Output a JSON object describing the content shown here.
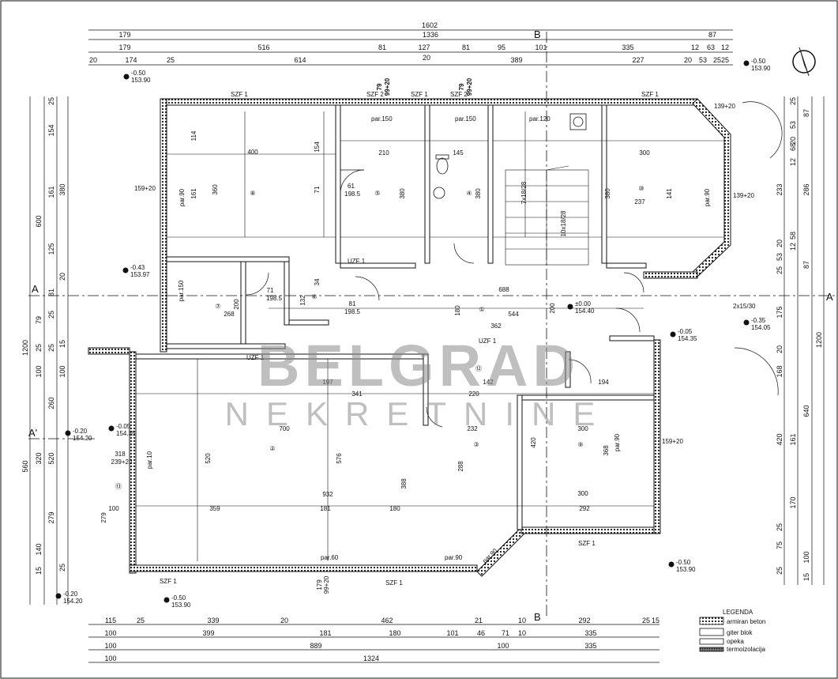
{
  "top_dims": {
    "row1": [
      "1602"
    ],
    "row2": [
      "179",
      "1336",
      "87"
    ],
    "row3": [
      "179",
      "516",
      "81",
      "127",
      "81",
      "95",
      "101",
      "335",
      "12",
      "63",
      "12"
    ],
    "row4": [
      "20",
      "174",
      "25",
      "614",
      "20",
      "389",
      "227",
      "20",
      "53",
      "25",
      "25"
    ]
  },
  "bottom_dims": {
    "row1": [
      "115",
      "25",
      "339",
      "20",
      "462",
      "21",
      "10",
      "292",
      "25",
      "15"
    ],
    "row2": [
      "100",
      "399",
      "181",
      "180",
      "101",
      "46",
      "71",
      "10",
      "335"
    ],
    "row3": [
      "100",
      "889",
      "100",
      "335"
    ],
    "row4": [
      "100",
      "1324"
    ]
  },
  "left_dims": {
    "outer": [
      "1200",
      "560"
    ],
    "mid": [
      "600",
      "79",
      "25",
      "100",
      "320",
      "140",
      "15"
    ],
    "inner": [
      "25",
      "154",
      "161",
      "125",
      "81",
      "25",
      "25",
      "260",
      "520",
      "279"
    ],
    "inner2": [
      "380",
      "15",
      "20",
      "100",
      "25"
    ]
  },
  "right_dims": {
    "outer": [
      "1200"
    ],
    "mid": [
      "233",
      "20",
      "53",
      "25",
      "175",
      "20",
      "168",
      "420",
      "25",
      "75",
      "25"
    ],
    "inner": [
      "286",
      "640",
      "161",
      "170",
      "100",
      "15"
    ],
    "inner2": [
      "25",
      "53",
      "87",
      "20",
      "68",
      "12",
      "58",
      "12",
      "87"
    ]
  },
  "sections": [
    "A",
    "A",
    "A'",
    "B",
    "B"
  ],
  "rooms": [
    {
      "num": "⑧",
      "dims": [
        "400",
        "360",
        "114",
        "154",
        "161",
        "71"
      ]
    },
    {
      "num": "⑤",
      "dims": [
        "210",
        "61",
        "198.5",
        "380"
      ]
    },
    {
      "num": "④",
      "dims": [
        "145",
        "380"
      ]
    },
    {
      "num": "⑩",
      "dims": [
        "300",
        "237",
        "380",
        "141"
      ]
    },
    {
      "num": "⑦",
      "dims": [
        "268",
        "200",
        "71",
        "198.5"
      ]
    },
    {
      "num": "⑥",
      "dims": [
        "132",
        "34",
        "81",
        "198.5"
      ]
    },
    {
      "num": "①",
      "dims": [
        "688",
        "544",
        "362",
        "180",
        "200"
      ]
    },
    {
      "num": "⑫",
      "dims": [
        "142",
        "341",
        "220",
        "197"
      ]
    },
    {
      "num": "②",
      "dims": [
        "700",
        "520",
        "576",
        "932",
        "359",
        "181",
        "180"
      ]
    },
    {
      "num": "③",
      "dims": [
        "232",
        "288",
        "388",
        "420"
      ]
    },
    {
      "num": "⑨",
      "dims": [
        "300",
        "368",
        "300",
        "292",
        "194"
      ]
    },
    {
      "num": "⑬",
      "dims": [
        "318",
        "239+20",
        "100",
        "279"
      ]
    }
  ],
  "levels": [
    {
      "a": "-0.50",
      "b": "153.90"
    },
    {
      "a": "-0.50",
      "b": "153.90"
    },
    {
      "a": "-0.43",
      "b": "153.97"
    },
    {
      "a": "±0.00",
      "b": "154.40"
    },
    {
      "a": "-0.05",
      "b": "154.35"
    },
    {
      "a": "-0.35",
      "b": "154.05"
    },
    {
      "a": "-0.05",
      "b": "154.35"
    },
    {
      "a": "-0.20",
      "b": "154.20"
    },
    {
      "a": "-0.20",
      "b": "154.20"
    },
    {
      "a": "-0.50",
      "b": "153.90"
    },
    {
      "a": "-0.50",
      "b": "153.90"
    }
  ],
  "labels": {
    "par150a": "par.150",
    "par150b": "par.150",
    "par120": "par.120",
    "par90a": "par.90",
    "par90b": "par.90",
    "par90c": "par.90",
    "par90d": "par.90",
    "par150c": "par.150",
    "par10": "par.10",
    "par60": "par.60",
    "par90e": "par.90",
    "szf": "SZF 1",
    "szf2": "SZF 2",
    "uzf": "UZF 1",
    "stairs": "7x18/28",
    "stairs2": "10x18/28",
    "win1": "79",
    "win2": "99+20",
    "win3": "159+20",
    "win4": "139+20",
    "win5": "79",
    "win6": "99+20",
    "win7": "139+20",
    "win8": "159+20",
    "win9": "179",
    "win10": "99+20",
    "win11": "2x15/30"
  },
  "watermark": {
    "line1": "BELGRAD",
    "line2": "NEKRETNINE"
  },
  "legend": {
    "title": "LEGENDA",
    "items": [
      "armiran beton",
      "giter blok",
      "opeka",
      "termoizolacija"
    ]
  }
}
